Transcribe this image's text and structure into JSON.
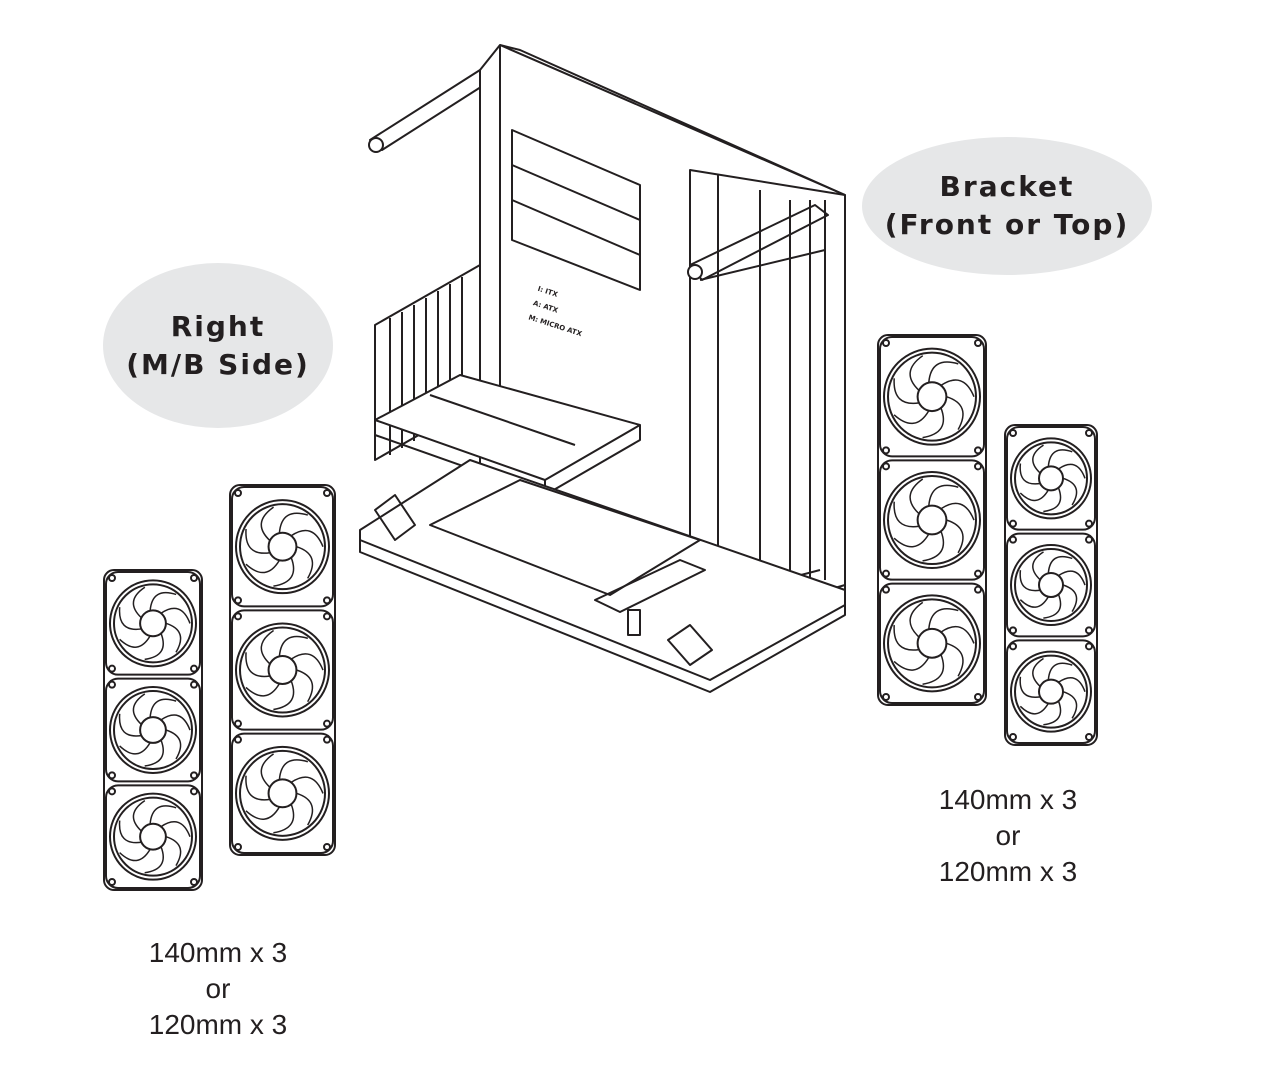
{
  "labels": {
    "right": {
      "line1": "Right",
      "line2": "(M/B Side)"
    },
    "bracket": {
      "line1": "Bracket",
      "line2": "(Front or Top)"
    }
  },
  "specs": {
    "left": {
      "line1": "140mm x 3",
      "line2": "or",
      "line3": "120mm x 3"
    },
    "right": {
      "line1": "140mm x 3",
      "line2": "or",
      "line3": "120mm x 3"
    }
  },
  "case_markings": {
    "itx": "I: ITX",
    "atx": "A: ATX",
    "matx": "M: MICRO ATX"
  },
  "colors": {
    "bubble": "#e6e7e8",
    "line": "#231f20"
  }
}
